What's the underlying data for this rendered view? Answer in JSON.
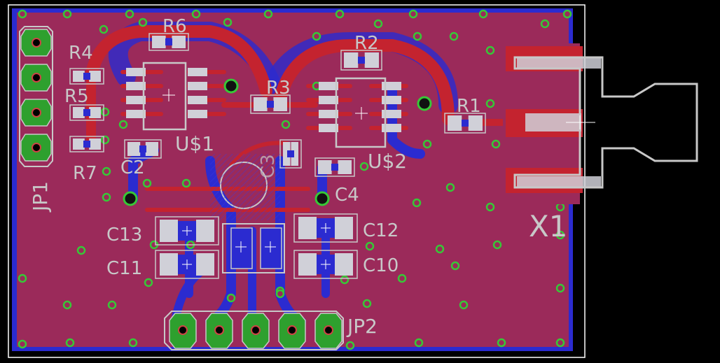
{
  "colors": {
    "background": "#000000",
    "board": "#9b2a5a",
    "bottom_copper": "#2b2bd0",
    "top_copper": "#c4232f",
    "via": "#37c837",
    "pad_green": "#2ea02e",
    "silk": "#c8c8c8",
    "smd_pad": "#d0d0d8",
    "outline": "#ffffff"
  },
  "labels": {
    "r6": "R6",
    "r4": "R4",
    "r5": "R5",
    "r7": "R7",
    "r3": "R3",
    "r2": "R2",
    "r1": "R1",
    "c2": "C2",
    "c3": "C3",
    "c4": "C4",
    "c13": "C13",
    "c11": "C11",
    "c12": "C12",
    "c10": "C10",
    "u1": "U$1",
    "u2": "U$2",
    "jp1": "JP1",
    "jp2": "JP2",
    "x1": "X1"
  }
}
